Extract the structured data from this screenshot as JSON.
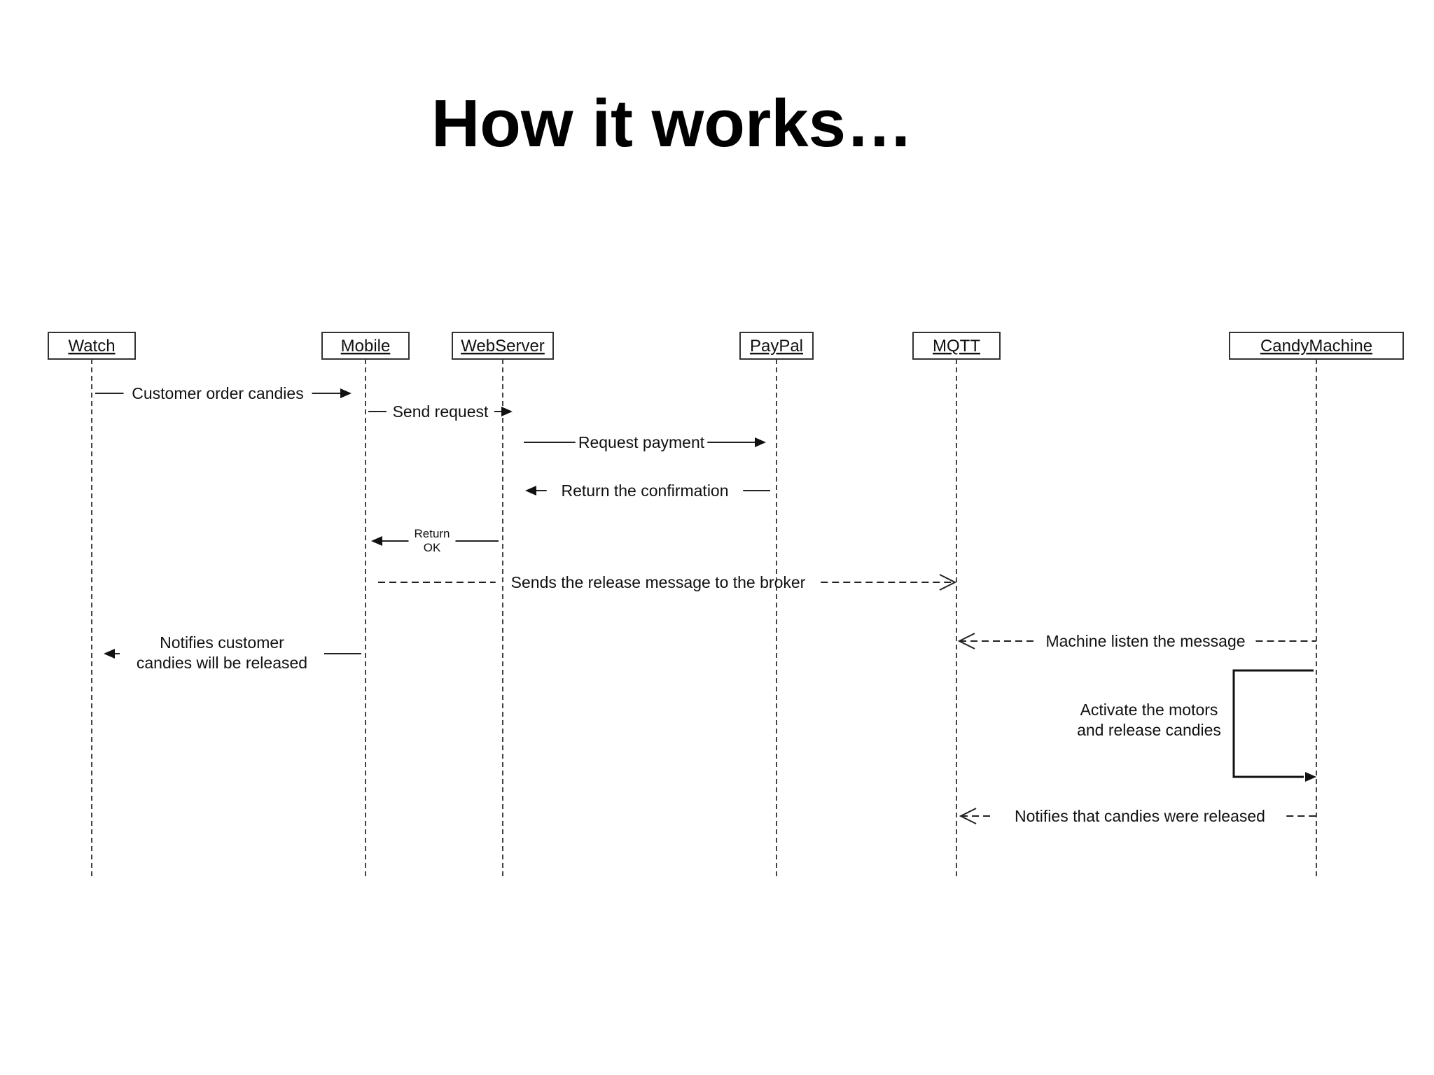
{
  "title": "How it works…",
  "diagram": {
    "type": "sequence",
    "participants": [
      {
        "id": "watch",
        "name": "Watch"
      },
      {
        "id": "mobile",
        "name": "Mobile"
      },
      {
        "id": "webserver",
        "name": "WebServer"
      },
      {
        "id": "paypal",
        "name": "PayPal"
      },
      {
        "id": "mqtt",
        "name": "MQTT"
      },
      {
        "id": "candymachine",
        "name": "CandyMachine"
      }
    ],
    "messages": [
      {
        "from": "watch",
        "to": "mobile",
        "lines": [
          "Customer order candies"
        ],
        "style": "solid"
      },
      {
        "from": "mobile",
        "to": "webserver",
        "lines": [
          "Send request"
        ],
        "style": "solid"
      },
      {
        "from": "webserver",
        "to": "paypal",
        "lines": [
          "Request payment"
        ],
        "style": "solid"
      },
      {
        "from": "paypal",
        "to": "webserver",
        "lines": [
          "Return the confirmation"
        ],
        "style": "solid"
      },
      {
        "from": "webserver",
        "to": "mobile",
        "lines": [
          "Return",
          "OK"
        ],
        "style": "solid",
        "small": true
      },
      {
        "from": "mobile",
        "to": "mqtt",
        "lines": [
          "Sends the release message to the broker"
        ],
        "style": "dashed"
      },
      {
        "from": "mobile",
        "to": "watch",
        "lines": [
          "Notifies customer",
          "candies will be released"
        ],
        "style": "solid"
      },
      {
        "from": "candymachine",
        "to": "mqtt",
        "lines": [
          "Machine listen the message"
        ],
        "style": "dashed"
      },
      {
        "from": "candymachine",
        "to": "candymachine",
        "lines": [
          "Activate the motors",
          "and release candies"
        ],
        "style": "self"
      },
      {
        "from": "candymachine",
        "to": "mqtt",
        "lines": [
          "Notifies that candies were released"
        ],
        "style": "dashed"
      }
    ]
  }
}
